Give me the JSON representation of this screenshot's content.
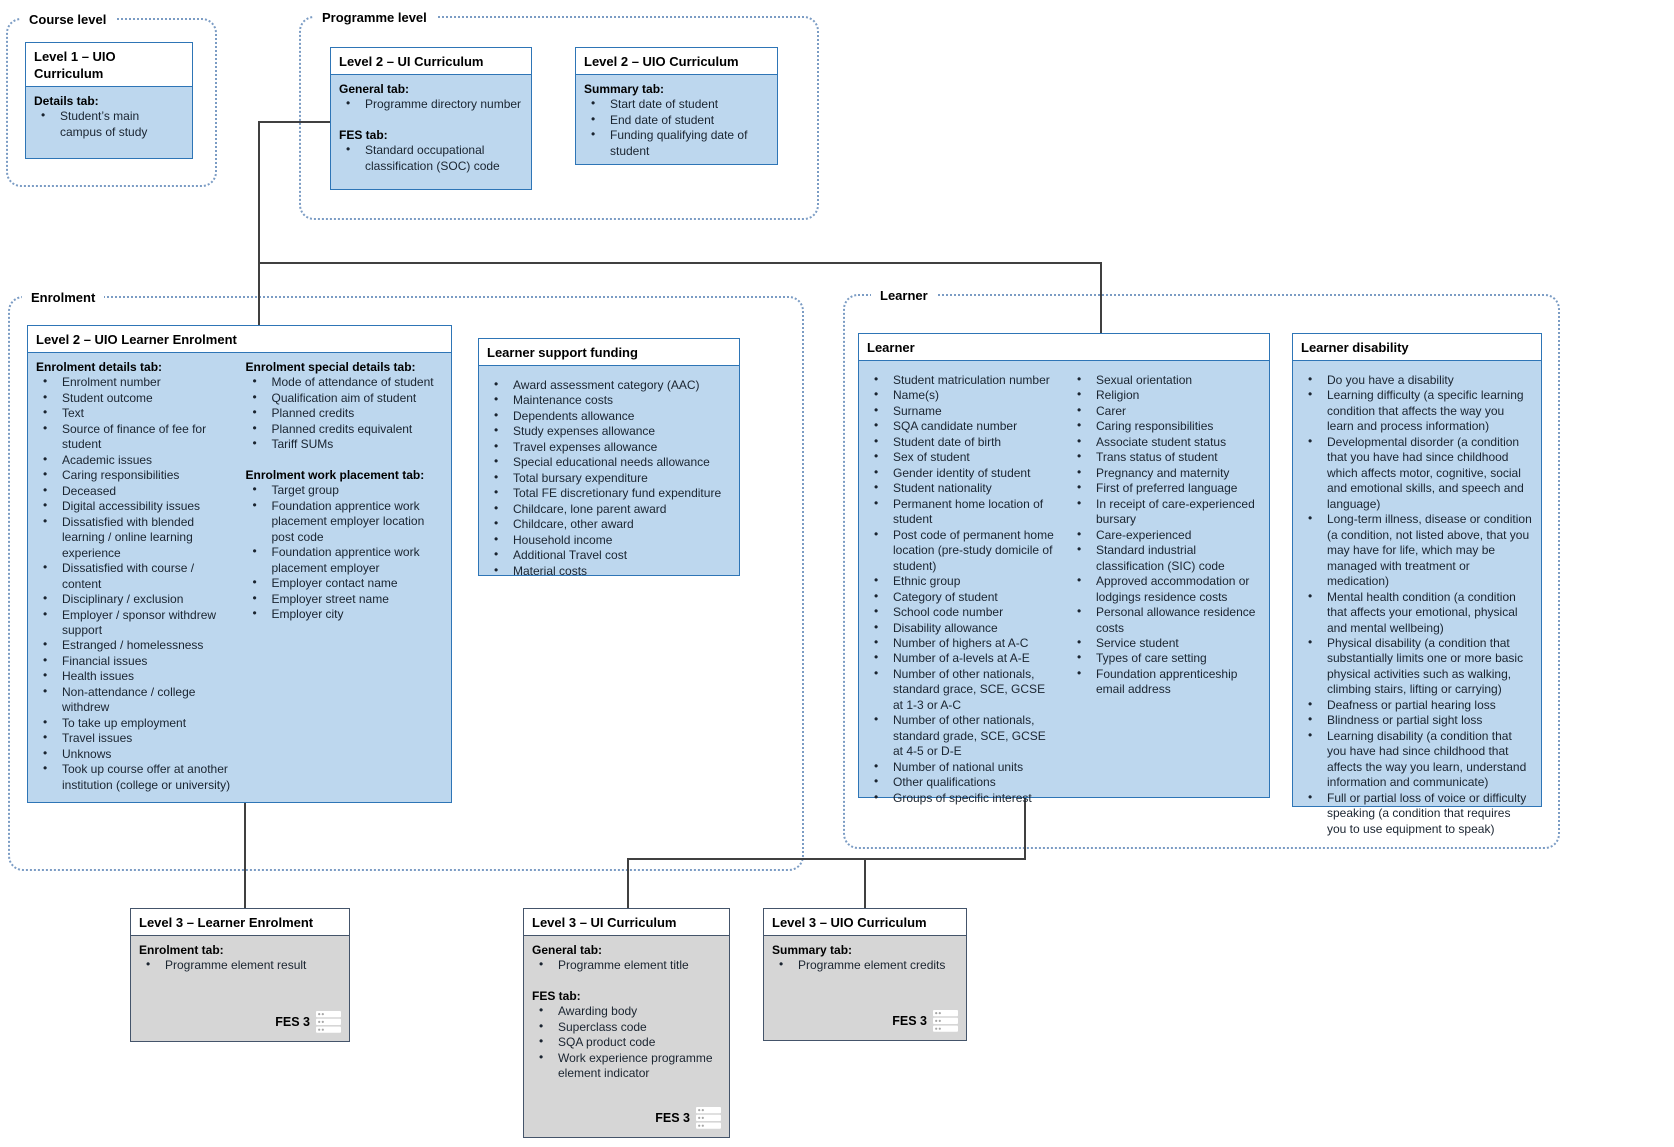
{
  "colors": {
    "box_fill": "#BDD7EE",
    "box_border": "#2E75B6",
    "gray_fill": "#D6D6D6",
    "gray_border": "#44546A",
    "group_border": "#7B9CC4",
    "connector": "#404040",
    "text": "#1A2430"
  },
  "groups": {
    "course_level": "Course level",
    "programme_level": "Programme level",
    "enrolment": "Enrolment",
    "learner": "Learner"
  },
  "boxes": {
    "level1_uio_curriculum": {
      "title": "Level 1 – UIO Curriculum",
      "sections": [
        {
          "heading": "Details tab:",
          "items": [
            "Student’s main campus of study"
          ]
        }
      ]
    },
    "level2_ui_curriculum": {
      "title": "Level 2 – UI Curriculum",
      "sections": [
        {
          "heading": "General tab:",
          "items": [
            "Programme directory number"
          ]
        },
        {
          "heading": "FES tab:",
          "items": [
            "Standard occupational classification (SOC) code"
          ]
        }
      ]
    },
    "level2_uio_curriculum": {
      "title": "Level 2 – UIO Curriculum",
      "sections": [
        {
          "heading": "Summary tab:",
          "items": [
            "Start date of student",
            "End date of student",
            "Funding qualifying date of student"
          ]
        }
      ]
    },
    "level2_uio_learner_enrolment": {
      "title": "Level 2 – UIO Learner Enrolment",
      "col1_sections": [
        {
          "heading": "Enrolment details tab:",
          "items": [
            "Enrolment number",
            "Student outcome",
            "Text",
            "Source of finance of fee for student",
            "Academic issues",
            "Caring responsibilities",
            "Deceased",
            "Digital accessibility issues",
            "Dissatisfied with blended learning / online learning experience",
            "Dissatisfied with course / content",
            "Disciplinary / exclusion",
            "Employer / sponsor withdrew support",
            "Estranged / homelessness",
            "Financial issues",
            "Health issues",
            "Non-attendance / college withdrew",
            "To take up employment",
            "Travel issues",
            "Unknows",
            "Took up course offer at another institution (college or university)"
          ]
        }
      ],
      "col2_sections": [
        {
          "heading": "Enrolment special details tab:",
          "items": [
            "Mode of attendance of student",
            "Qualification aim of student",
            "Planned credits",
            "Planned credits equivalent",
            "Tariff SUMs"
          ]
        },
        {
          "heading": "Enrolment work placement tab:",
          "items": [
            "Target group",
            "Foundation apprentice work placement employer location post code",
            "Foundation apprentice work placement employer",
            "Employer contact name",
            "Employer street name",
            "Employer city"
          ]
        }
      ]
    },
    "learner_support_funding": {
      "title": "Learner support funding",
      "items": [
        "Award assessment category (AAC)",
        "Maintenance costs",
        "Dependents allowance",
        "Study expenses allowance",
        "Travel expenses allowance",
        "Special educational needs allowance",
        "Total bursary expenditure",
        "Total FE discretionary fund expenditure",
        "Childcare, lone parent award",
        "Childcare, other award",
        "Household income",
        "Additional Travel cost",
        "Material costs"
      ]
    },
    "learner": {
      "title": "Learner",
      "col1_items": [
        "Student matriculation number",
        "Name(s)",
        "Surname",
        "SQA candidate number",
        "Student date of birth",
        "Sex of student",
        "Gender identity of student",
        "Student nationality",
        "Permanent home location of student",
        "Post code of permanent home location (pre-study domicile of student)",
        "Ethnic group",
        "Category of student",
        "School code number",
        "Disability allowance",
        "Number of highers at A-C",
        "Number of a-levels at A-E",
        "Number of other nationals, standard grace, SCE, GCSE at 1-3 or A-C",
        "Number of other nationals, standard grade, SCE, GCSE at 4-5 or D-E",
        "Number of national units",
        "Other qualifications",
        "Groups of specific interest"
      ],
      "col2_items": [
        "Sexual orientation",
        "Religion",
        "Carer",
        "Caring responsibilities",
        "Associate student status",
        "Trans status of student",
        "Pregnancy and maternity",
        "First of preferred language",
        "In receipt of care-experienced bursary",
        "Care-experienced",
        "Standard industrial classification (SIC) code",
        "Approved accommodation or lodgings residence costs",
        "Personal allowance residence costs",
        "Service student",
        "Types of care setting",
        "Foundation apprenticeship email address"
      ]
    },
    "learner_disability": {
      "title": "Learner disability",
      "items": [
        "Do you have a disability",
        "Learning difficulty (a specific learning condition that affects the way you learn and process information)",
        "Developmental disorder (a condition that you have had since childhood which affects motor, cognitive, social and emotional skills, and speech and language)",
        "Long-term illness, disease or condition (a condition, not listed above, that you may have for life, which may be managed with treatment or medication)",
        "Mental health condition (a condition that affects your emotional, physical and mental wellbeing)",
        "Physical disability (a condition that substantially limits one or more basic physical activities such as walking, climbing stairs, lifting or carrying)",
        "Deafness or partial hearing loss",
        "Blindness or partial sight loss",
        "Learning disability (a condition that you have had since childhood that affects the way you learn, understand information and communicate)",
        "Full or partial loss of voice or difficulty speaking (a condition that requires you to use equipment to speak)"
      ]
    },
    "level3_learner_enrolment": {
      "title": "Level 3 – Learner Enrolment",
      "sections": [
        {
          "heading": "Enrolment tab:",
          "items": [
            "Programme element result"
          ]
        }
      ],
      "badge": "FES 3"
    },
    "level3_ui_curriculum": {
      "title": "Level 3 – UI Curriculum",
      "sections": [
        {
          "heading": "General tab:",
          "items": [
            "Programme element title"
          ]
        },
        {
          "heading": "FES tab:",
          "items": [
            "Awarding body",
            "Superclass code",
            "SQA product code",
            "Work experience programme element indicator"
          ]
        }
      ],
      "badge": "FES 3"
    },
    "level3_uio_curriculum": {
      "title": "Level 3 – UIO Curriculum",
      "sections": [
        {
          "heading": "Summary tab:",
          "items": [
            "Programme element credits"
          ]
        }
      ],
      "badge": "FES 3"
    }
  }
}
